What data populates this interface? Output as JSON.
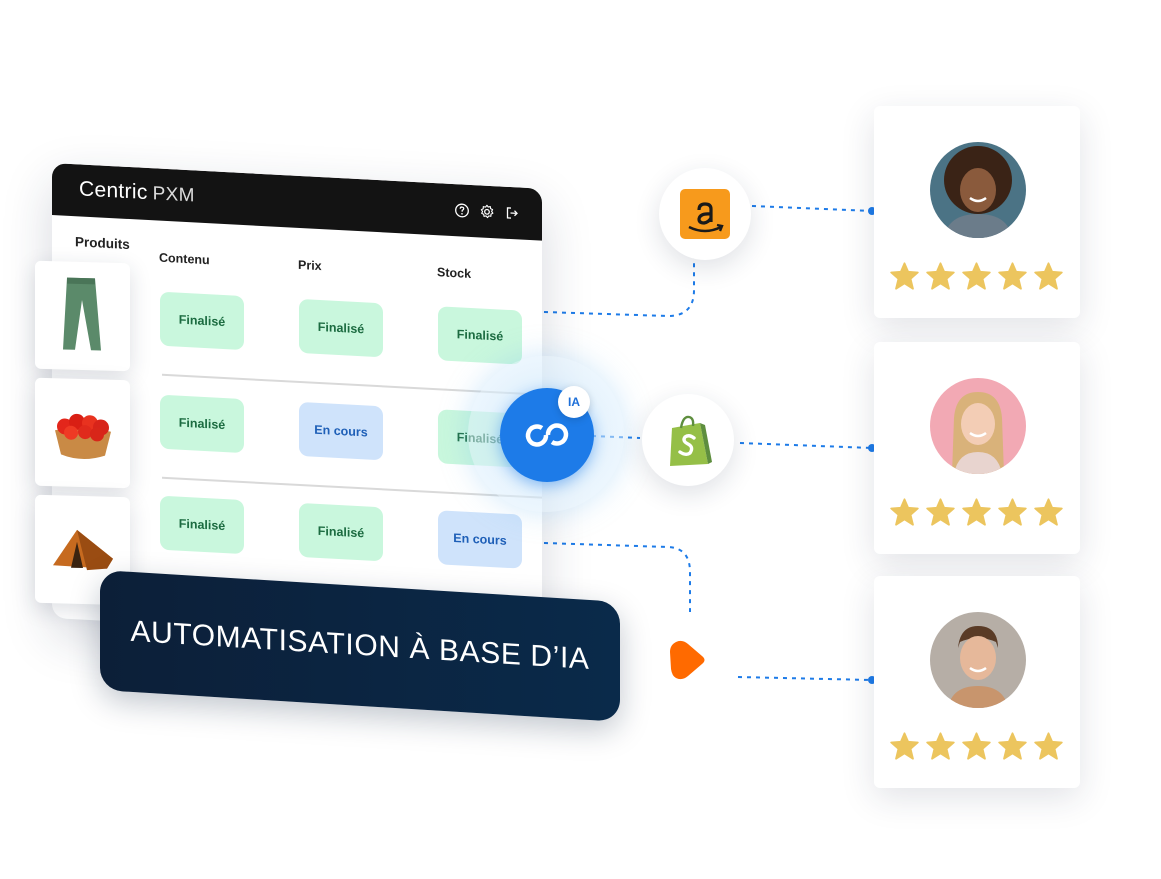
{
  "app": {
    "brand": "Centric",
    "brand_sub": "PXM",
    "header_icons": [
      "help-icon",
      "gear-icon",
      "logout-icon"
    ],
    "products_label": "Produits",
    "columns": [
      "Contenu",
      "Prix",
      "Stock"
    ],
    "rows": [
      {
        "product": "green-trousers",
        "statuses": [
          "Finalisé",
          "Finalisé",
          "Finalisé"
        ]
      },
      {
        "product": "tomato-punnet",
        "statuses": [
          "Finalisé",
          "En cours",
          "Finalisé"
        ]
      },
      {
        "product": "tent",
        "statuses": [
          "Finalisé",
          "Finalisé",
          "En cours"
        ]
      }
    ]
  },
  "hub": {
    "badge": "IA",
    "icon": "centric-logo-icon"
  },
  "banner": {
    "text": "AUTOMATISATION À BASE D’IA"
  },
  "channels": [
    "amazon-logo-icon",
    "shopify-logo-icon",
    "zalando-logo-icon"
  ],
  "reviews": [
    {
      "avatar": "woman-curly-hair",
      "stars": 5
    },
    {
      "avatar": "woman-blonde",
      "stars": 5
    },
    {
      "avatar": "man-smiling",
      "stars": 5
    }
  ],
  "colors": {
    "header": "#131313",
    "done_bg": "#c9f7dd",
    "progress_bg": "#cfe3fb",
    "hub_blue": "#1d7be8",
    "star": "#ecc55e",
    "amazon": "#f79a1c",
    "shopify": "#95bf47",
    "zalando": "#ff6a00",
    "banner": "#0c1f38"
  }
}
